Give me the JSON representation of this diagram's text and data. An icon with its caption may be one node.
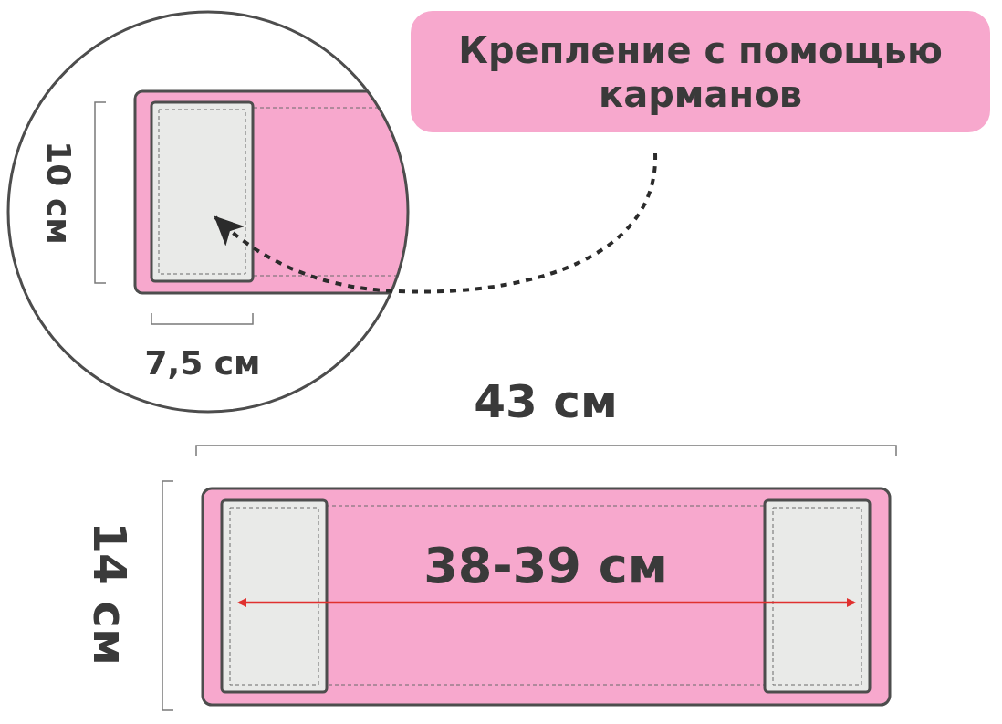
{
  "diagram": {
    "nodes": [
      {
        "text": [
          "Крепление с помощью карманов"
        ]
      },
      {
        "text": [],
        "shape": "box"
      }
    ],
    "edges": [
      {
        "from": 0,
        "to": 1,
        "arrow": "to",
        "style": "dashed"
      }
    ],
    "labels": [
      "10 см",
      "7,5 см",
      "43 см",
      "14 см",
      "38-39 см"
    ]
  }
}
